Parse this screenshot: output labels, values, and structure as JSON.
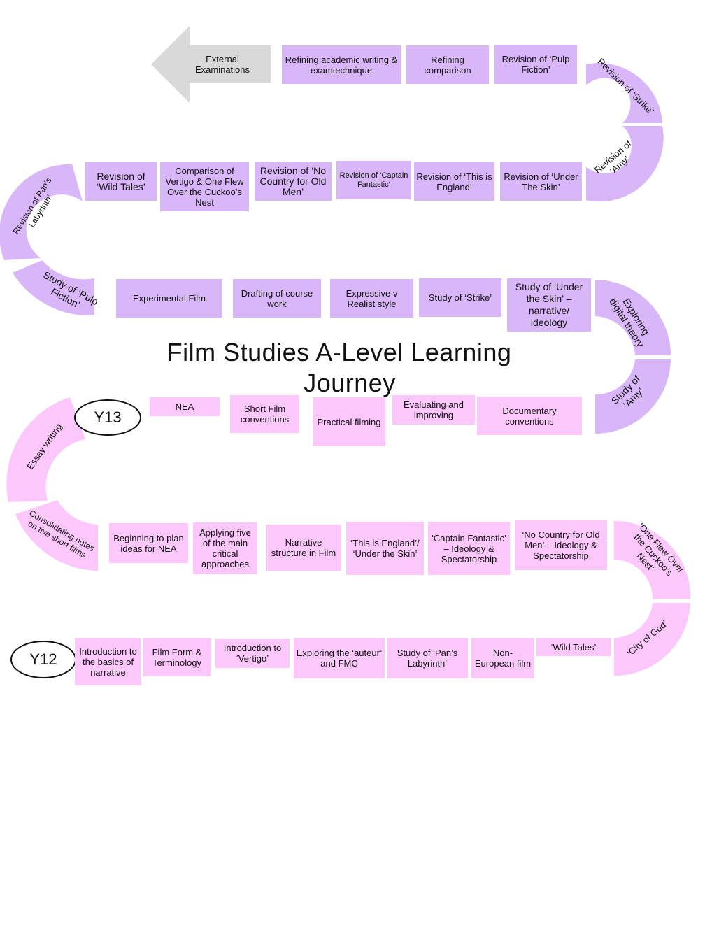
{
  "title": {
    "line1": "Film Studies A-Level Learning",
    "line2": "Journey"
  },
  "year_labels": {
    "y12": "Y12",
    "y13": "Y13"
  },
  "exams": {
    "label": "External Examinations"
  },
  "colors": {
    "pink": "#fcc8fc",
    "purple": "#d9b6f8",
    "arrow": "#d9d9d9"
  },
  "row1": [
    "Refining academic writing & examtechnique",
    "Refining comparison",
    "Revision of ‘Pulp Fiction’"
  ],
  "row2": [
    "Revision of ‘Wild Tales’",
    "Comparison of Vertigo & One Flew Over the Cuckoo’s Nest",
    "Revision of ‘No Country for Old Men’",
    "Revision of ‘Captain Fantastic’",
    "Revision of ‘This is England’",
    "Revision of ‘Under The Skin’"
  ],
  "row3": [
    "Experimental Film",
    "Drafting of course work",
    "Expressive v Realist style",
    "Study of ‘Strike’",
    "Study of ‘Under the Skin’ – narrative/ ideology"
  ],
  "row4": [
    "NEA",
    "Short Film conventions",
    "Practical filming",
    "Evaluating and improving",
    "Documentary conventions"
  ],
  "row5": [
    "Beginning to plan ideas for NEA",
    "Applying five of the main critical approaches",
    "Narrative structure in Film",
    "‘This is England’/ ‘Under the Skin’",
    "‘Captain Fantastic’ – Ideology & Spectatorship",
    "‘No Country for Old Men’ – Ideology & Spectatorship"
  ],
  "row6": [
    "Introduction to the basics of narrative",
    "Film Form & Terminology",
    "Introduction to ‘Vertigo’",
    "Exploring the ‘auteur’ and FMC",
    "Study of ‘Pan’s Labyrinth’",
    "Non-European film",
    "‘Wild Tales’"
  ],
  "curves": {
    "strike": "Revision of ‘Strike’",
    "amy_rev": "Revision of ‘Amy’",
    "pans_rev": "Revision of Pan’s Labyrinth’",
    "pulp_study": "Study of ‘Pulp Fiction’",
    "digital": "Exploring digital theory",
    "amy_study": "Study of ‘Amy’",
    "essay": "Essay writing",
    "consolidating": "Consolidating notes on five short films",
    "cuckoo": "‘One Flew Over the Cuckoo’s Nest’",
    "city": "‘City of God’"
  }
}
